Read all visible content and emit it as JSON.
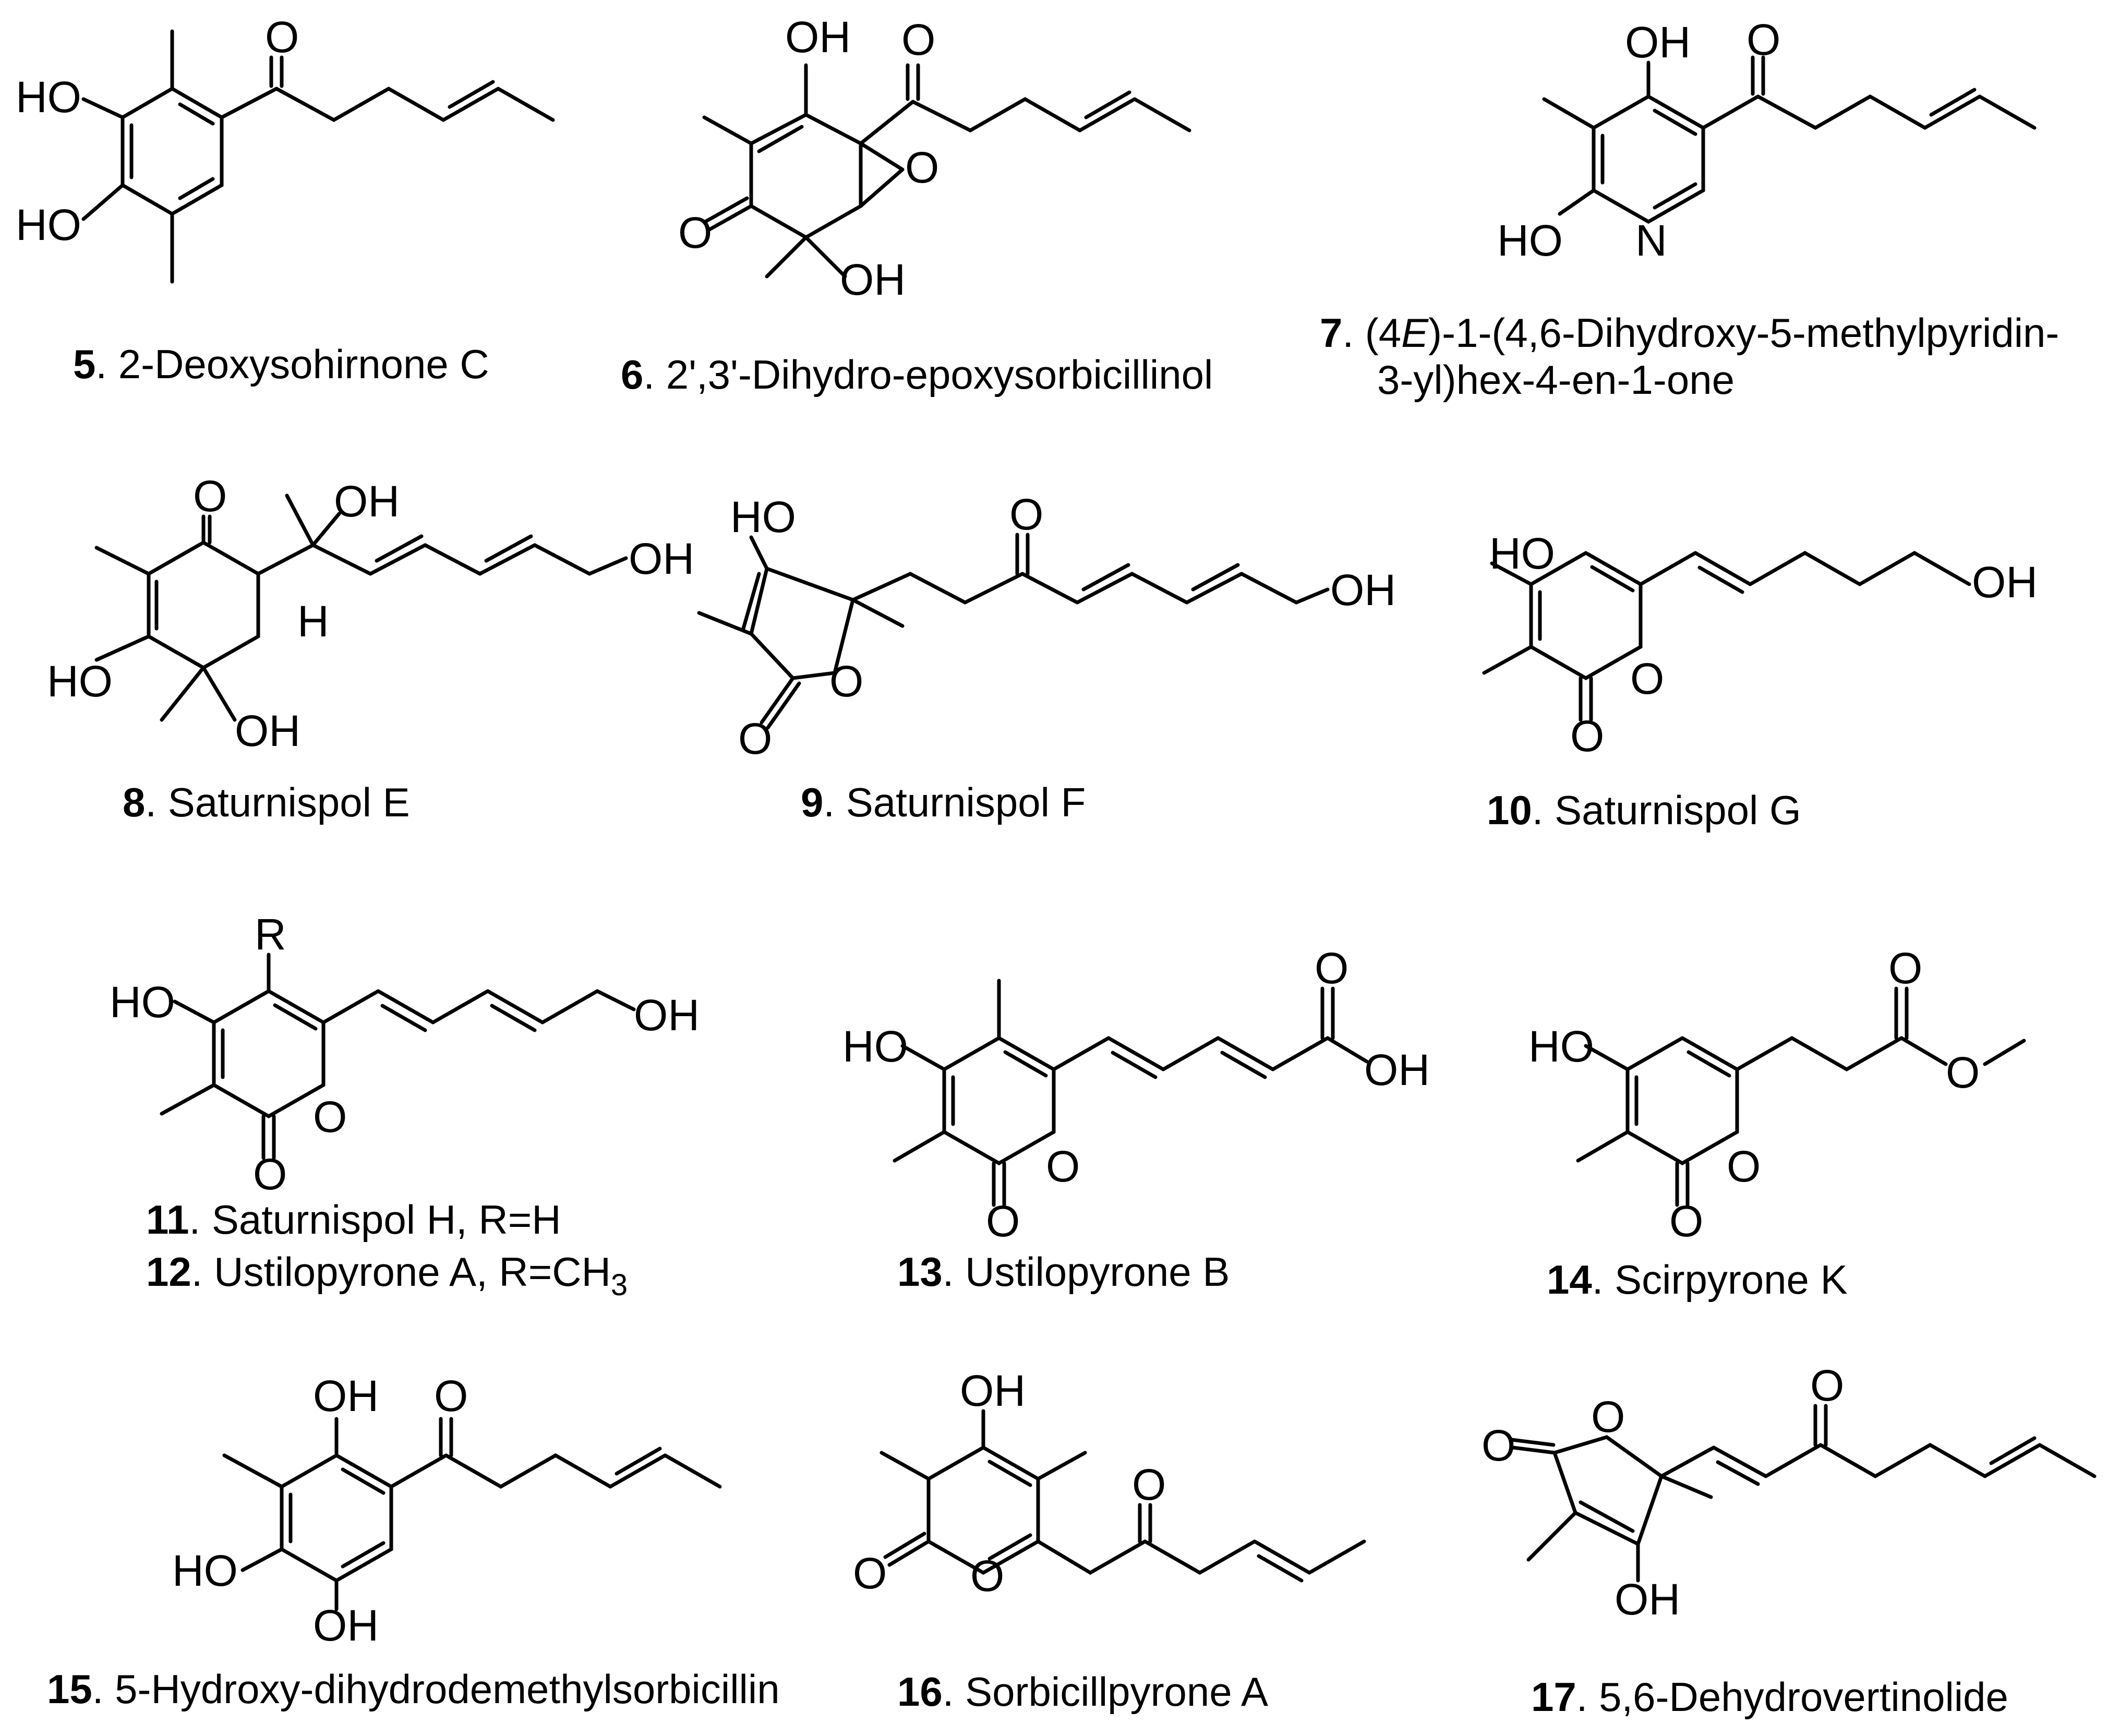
{
  "compounds": [
    {
      "id": "5",
      "name": "2-Deoxysohirnone C",
      "labels": [
        "HO",
        "HO",
        "O"
      ]
    },
    {
      "id": "6",
      "name": "2',3'-Dihydro-epoxysorbicillinol",
      "labels": [
        "OH",
        "O",
        "O",
        "O",
        "OH"
      ]
    },
    {
      "id": "7",
      "name_line1": "(4",
      "name_italic": "E",
      "name_line1_rest": ")-1-(4,6-Dihydroxy-5-methylpyridin-",
      "name_line2": "3-yl)hex-4-en-1-one",
      "labels": [
        "OH",
        "O",
        "HO",
        "N"
      ]
    },
    {
      "id": "8",
      "name": "Saturnispol E",
      "labels": [
        "O",
        "OH",
        "OH",
        "H",
        "HO",
        "OH"
      ]
    },
    {
      "id": "9",
      "name": "Saturnispol F",
      "labels": [
        "HO",
        "O",
        "OH",
        "O",
        "O"
      ]
    },
    {
      "id": "10",
      "name": "Saturnispol G",
      "labels": [
        "HO",
        "OH",
        "O",
        "O"
      ]
    },
    {
      "id": "11",
      "name": "Saturnispol H, R=H",
      "labels": [
        "R",
        "HO",
        "OH",
        "O",
        "O"
      ]
    },
    {
      "id": "12",
      "name": "Ustilopyrone A, R=CH",
      "name_sub": "3"
    },
    {
      "id": "13",
      "name": "Ustilopyrone B",
      "labels": [
        "O",
        "HO",
        "OH",
        "O",
        "O"
      ]
    },
    {
      "id": "14",
      "name": "Scirpyrone K",
      "labels": [
        "O",
        "HO",
        "O",
        "O",
        "O"
      ]
    },
    {
      "id": "15",
      "name": "5-Hydroxy-dihydrodemethylsorbicillin",
      "labels": [
        "OH",
        "O",
        "HO",
        "OH"
      ]
    },
    {
      "id": "16",
      "name": "Sorbicillpyrone A",
      "labels": [
        "OH",
        "O",
        "O",
        "O"
      ]
    },
    {
      "id": "17",
      "name": "5,6-Dehydrovertinolide",
      "labels": [
        "O",
        "O",
        "O",
        "OH"
      ]
    }
  ]
}
